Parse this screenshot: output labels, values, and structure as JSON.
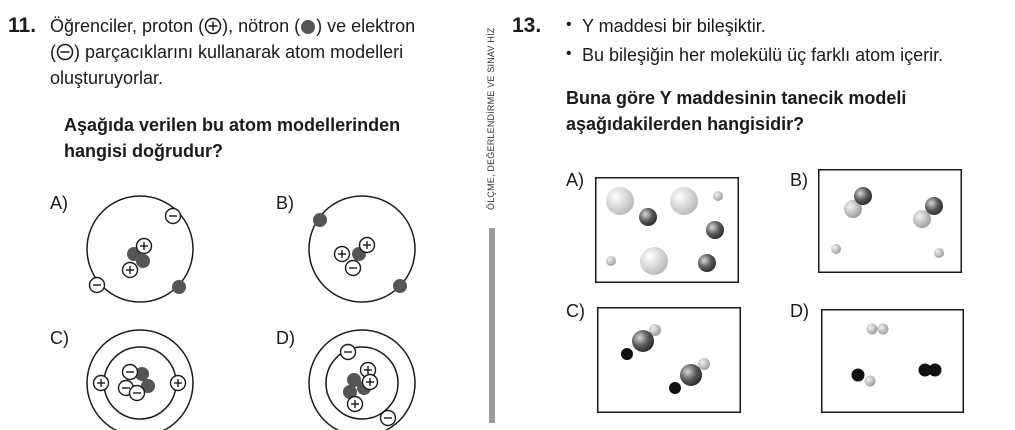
{
  "q11": {
    "number": "11.",
    "line1_a": "Öğrenciler, proton (",
    "line1_b": "), nötron (",
    "line1_c": ") ve elektron",
    "line2_a": "(",
    "line2_b": ") parçacıklarını kullanarak atom modelleri",
    "line3": "oluşturuyorlar.",
    "question_line1": "Aşağıda verilen bu atom modellerinden",
    "question_line2": "hangisi doğrudur?",
    "options": [
      "A)",
      "B)",
      "C)",
      "D)"
    ]
  },
  "side_text": "ÖLÇME, DEĞERLENDİRME VE SINAV HİZ",
  "q13": {
    "number": "13.",
    "bullet1": "Y maddesi bir bileşiktir.",
    "bullet2": "Bu bileşiğin her molekülü üç farklı atom içerir.",
    "question_line1": "Buna göre Y maddesinin tanecik modeli",
    "question_line2": "aşağıdakilerden hangisidir?",
    "options": [
      "A)",
      "B)",
      "C)",
      "D)"
    ]
  }
}
